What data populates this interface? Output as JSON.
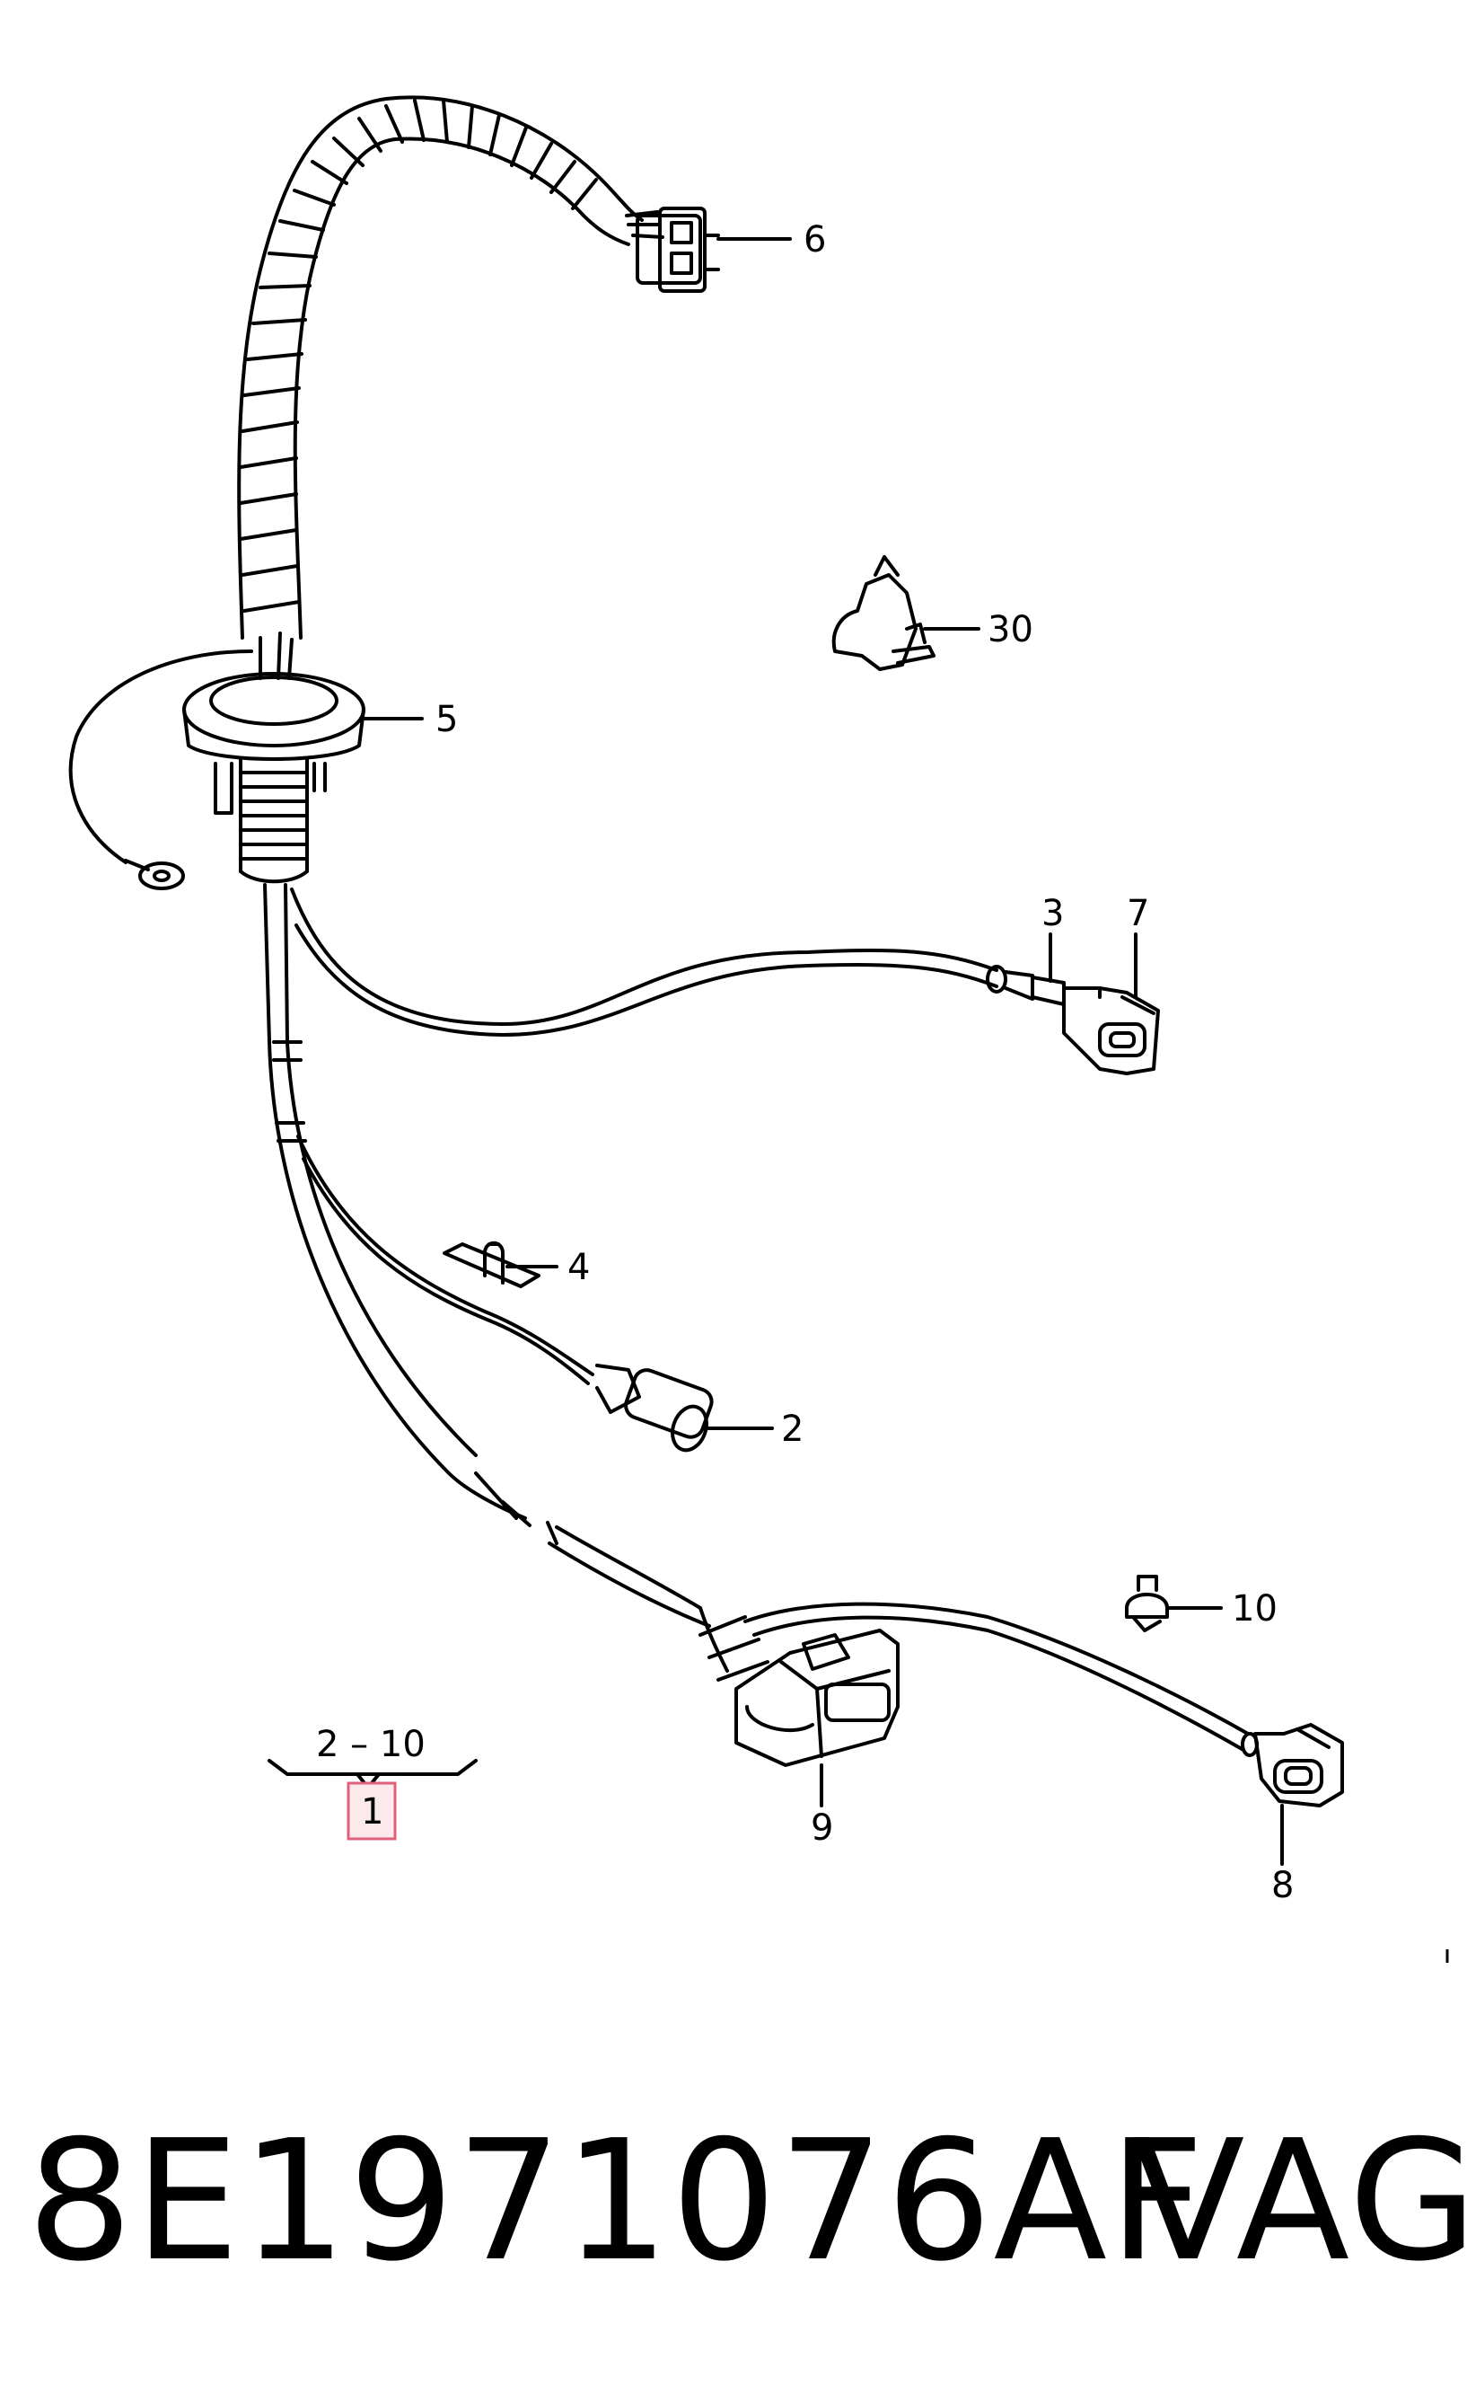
{
  "diagram": {
    "callouts": {
      "c1": "1",
      "c2": "2",
      "c3": "3",
      "c4": "4",
      "c5": "5",
      "c6": "6",
      "c7": "7",
      "c8": "8",
      "c9": "9",
      "c10": "10",
      "c30": "30",
      "range": "2 – 10"
    },
    "highlight_color": "#e0607a"
  },
  "footer": {
    "part_number": "8E1971076AF",
    "brand": "VAG"
  }
}
